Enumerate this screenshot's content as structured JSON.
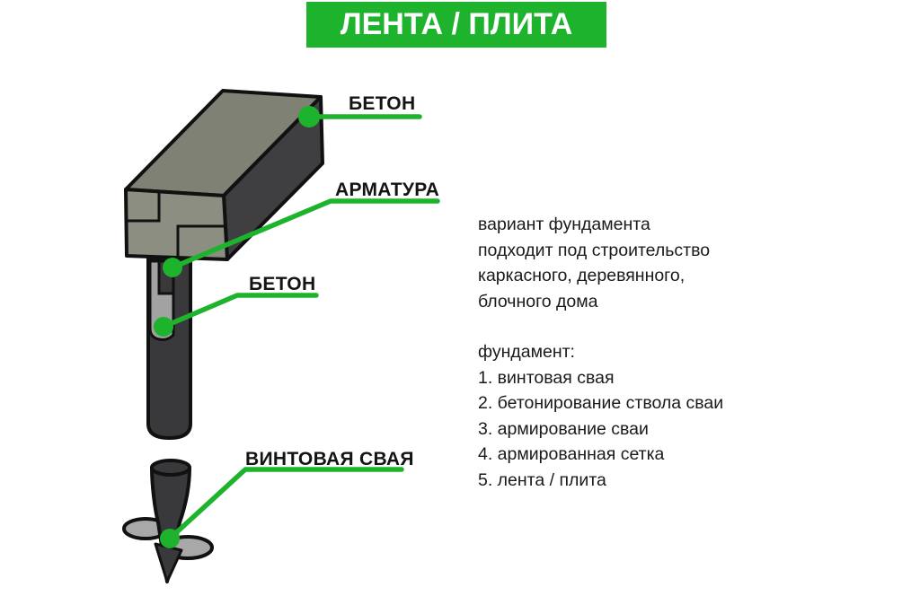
{
  "header": {
    "title": "ЛЕНТА / ПЛИТА"
  },
  "diagram": {
    "labels": {
      "concrete_top": "БЕТОН",
      "rebar": "АРМАТУРА",
      "concrete_pile": "БЕТОН",
      "screw_pile": "ВИНТОВАЯ СВАЯ"
    },
    "colors": {
      "accent_green": "#1eb32d",
      "beam_top_face": "#7e8173",
      "beam_front_face": "#8b8e80",
      "beam_side_face": "#3f3f41",
      "pile_dark": "#39393b",
      "concrete_light": "#a2a2a2",
      "blade_gray": "#a8a8a8",
      "outline": "#111111"
    }
  },
  "description": {
    "lines": [
      "вариант фундамента",
      "подходит под строительство",
      "каркасного, деревянного,",
      "блочного дома"
    ]
  },
  "foundation_list": {
    "title": "фундамент:",
    "items": [
      "1. винтовая свая",
      "2. бетонирование ствола сваи",
      "3. армирование сваи",
      "4. армированная сетка",
      "5. лента / плита"
    ]
  }
}
